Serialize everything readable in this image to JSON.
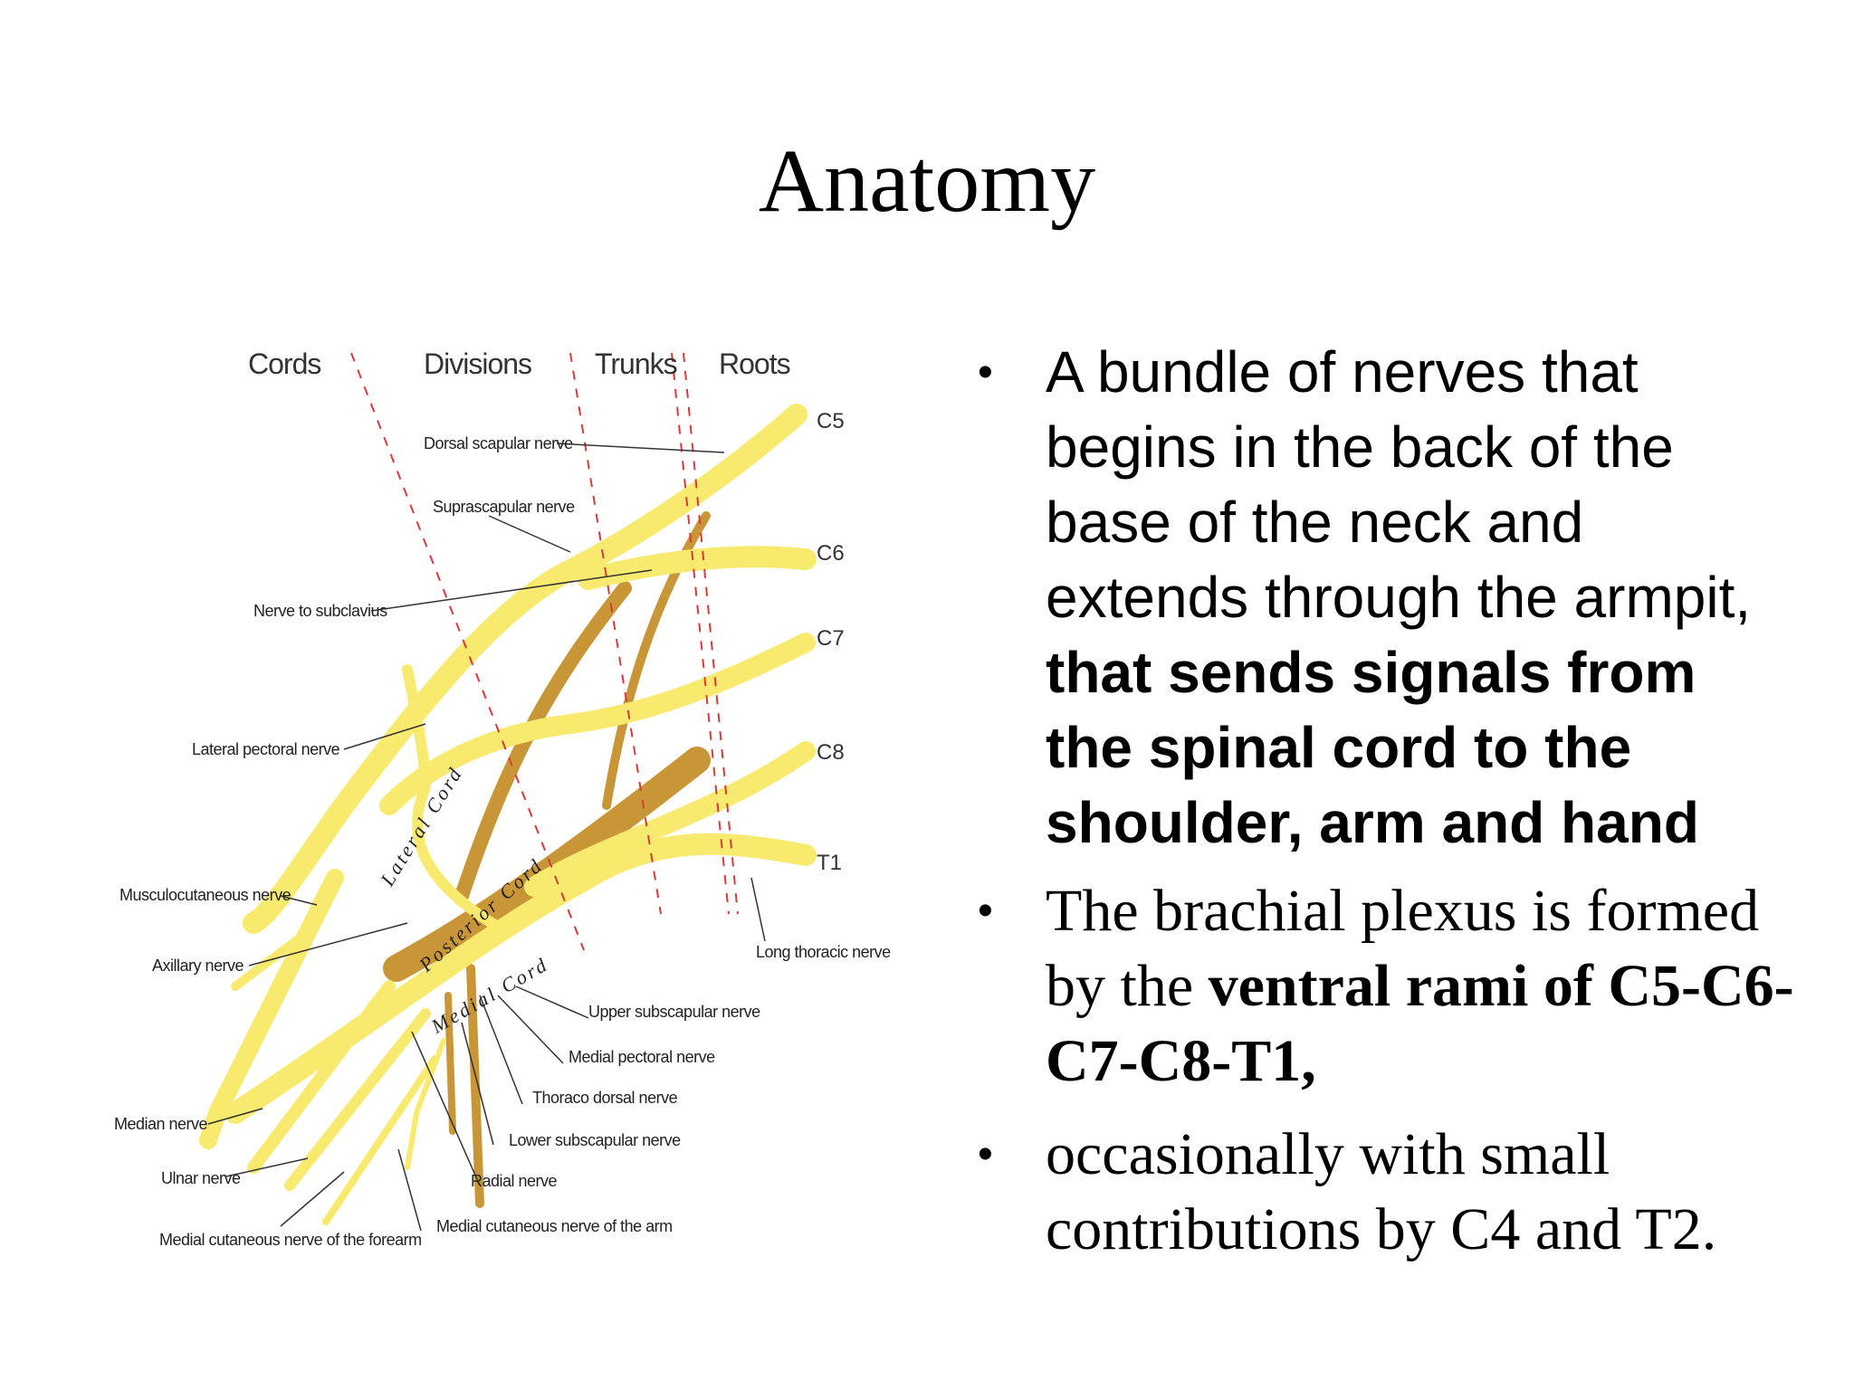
{
  "title": "Anatomy",
  "diagram": {
    "headers": [
      "Cords",
      "Divisions",
      "Trunks",
      "Roots"
    ],
    "roots": [
      "C5",
      "C6",
      "C7",
      "C8",
      "T1"
    ],
    "cords": [
      "Lateral Cord",
      "Posterior Cord",
      "Medial Cord"
    ],
    "nerves": {
      "dorsal_scapular": "Dorsal scapular nerve",
      "suprascapular": "Suprascapular nerve",
      "subclavius": "Nerve to subclavius",
      "lateral_pectoral": "Lateral pectoral nerve",
      "musculocutaneous": "Musculocutaneous nerve",
      "axillary": "Axillary nerve",
      "median": "Median nerve",
      "ulnar": "Ulnar nerve",
      "medial_cut_forearm": "Medial cutaneous nerve of the forearm",
      "medial_cut_arm": "Medial cutaneous nerve of the arm",
      "radial": "Radial nerve",
      "lower_subscapular": "Lower subscapular nerve",
      "thoracodorsal": "Thoraco dorsal nerve",
      "medial_pectoral": "Medial pectoral nerve",
      "upper_subscapular": "Upper subscapular nerve",
      "long_thoracic": "Long thoracic nerve"
    },
    "colors": {
      "nerve": "#f7ea6e",
      "nerve_dark": "#c89636",
      "divider": "#d83a3a"
    }
  },
  "bullets": [
    {
      "plain": "A bundle of nerves that begins in the back of the base of the neck and extends through the armpit, ",
      "bold": "that sends signals from the spinal cord to the shoulder, arm and hand"
    },
    {
      "plain": "The brachial plexus is formed by the ",
      "bold": "ventral rami of C5-C6-C7-C8-T1,"
    },
    {
      "plain": "occasionally with small contributions by C4 and T2."
    }
  ]
}
